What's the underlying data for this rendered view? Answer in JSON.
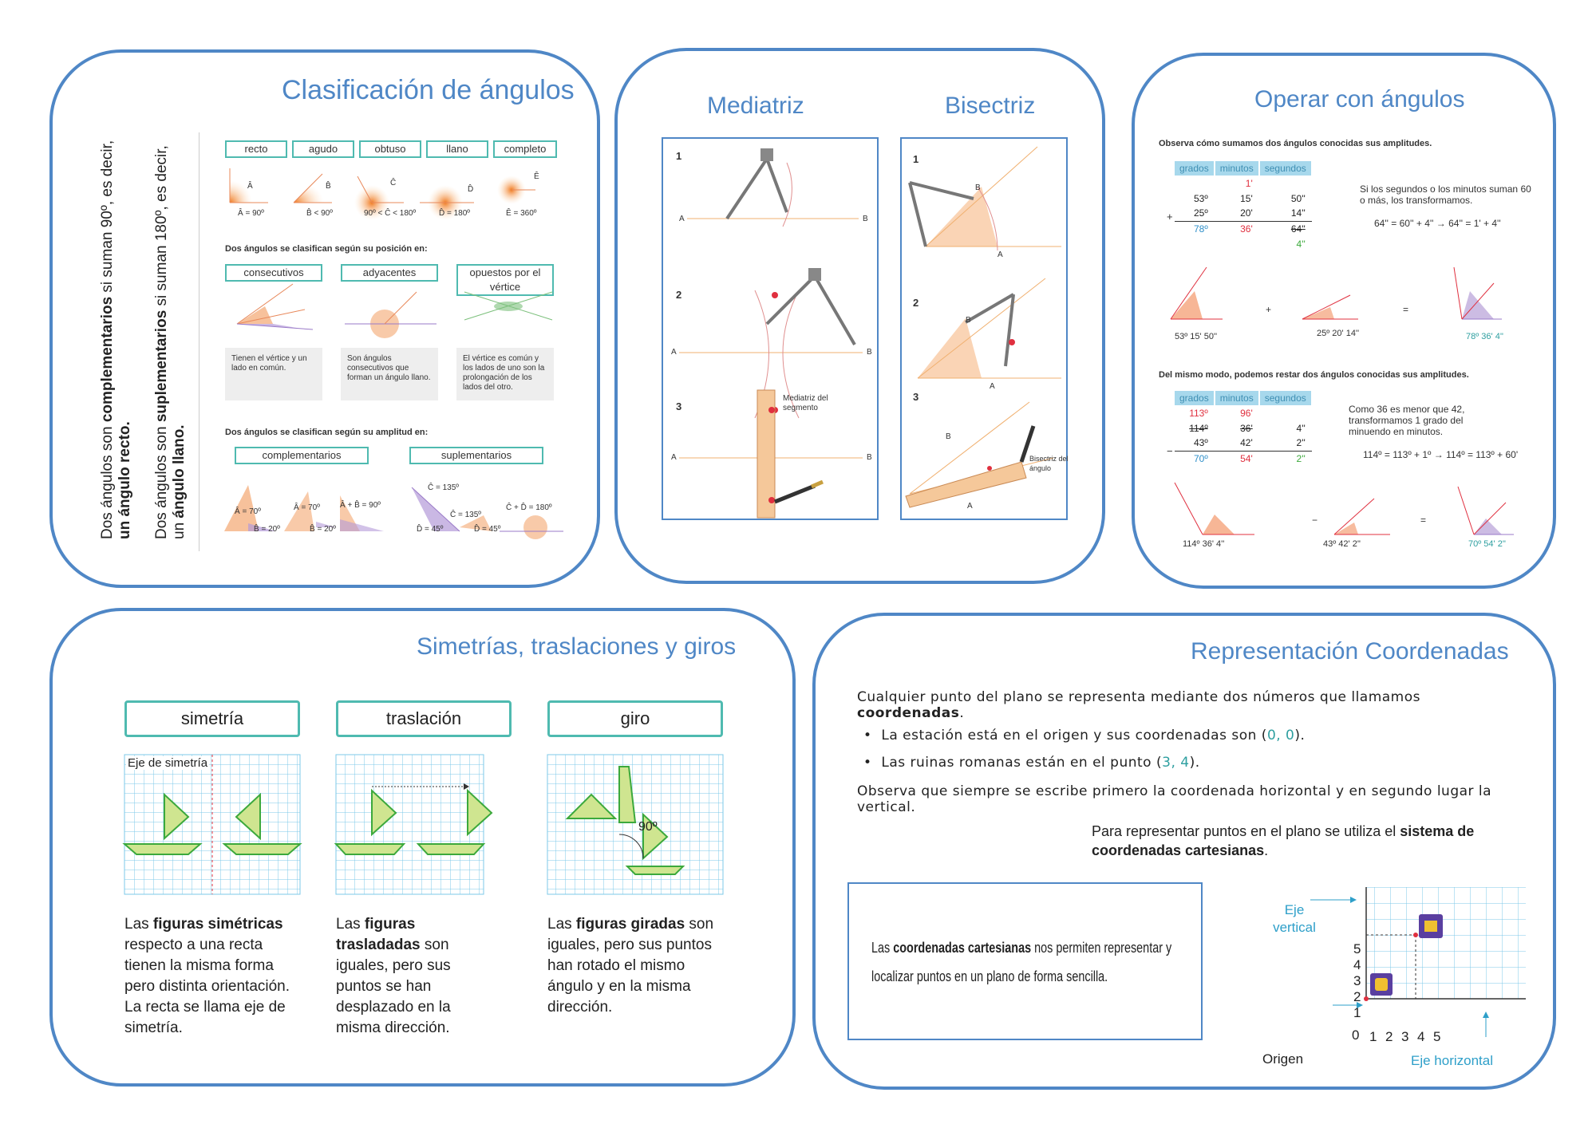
{
  "panels": {
    "clasificacion": {
      "title": "Clasificación de ángulos",
      "side_note_1_a": "Dos ángulos son ",
      "side_note_1_b": "complementarios",
      "side_note_1_c": " si suman 90º, es decir, ",
      "side_note_1_d": "un ángulo recto.",
      "side_note_2_a": "Dos ángulos son ",
      "side_note_2_b": "suplementarios",
      "side_note_2_c": " si suman 180º, es decir, un ",
      "side_note_2_d": "ángulo llano.",
      "types": [
        {
          "label": "recto",
          "caption": "Â = 90º",
          "letter": "Â"
        },
        {
          "label": "agudo",
          "caption": "B̂ < 90º",
          "letter": "B̂"
        },
        {
          "label": "obtuso",
          "caption": "90º < Ĉ < 180º",
          "letter": "Ĉ"
        },
        {
          "label": "llano",
          "caption": "D̂ = 180º",
          "letter": "D̂"
        },
        {
          "label": "completo",
          "caption": "Ê = 360º",
          "letter": "Ê"
        }
      ],
      "position_heading": "Dos ángulos se clasifican según su posición en:",
      "positions": [
        {
          "label": "consecutivos",
          "desc": "Tienen el vértice y un lado en común."
        },
        {
          "label": "adyacentes",
          "desc": "Son ángulos consecutivos que forman un ángulo llano."
        },
        {
          "label": "opuestos por el vértice",
          "desc": "El vértice es común y los lados de uno son la prolongación de los lados del otro."
        }
      ],
      "amplitude_heading": "Dos ángulos se clasifican según su amplitud en:",
      "amplitudes": [
        {
          "label": "complementarios"
        },
        {
          "label": "suplementarios"
        }
      ],
      "comp_labels": {
        "a70": "Â = 70º",
        "b20": "B̂ = 20º",
        "a70b": "Â = 70º",
        "b20b": "B̂ = 20º",
        "sum": "Â + B̂ = 90º"
      },
      "supl_labels": {
        "c135": "Ĉ = 135º",
        "d45": "D̂ = 45º",
        "c135b": "Ĉ = 135º",
        "d45b": "D̂ = 45º",
        "sum": "Ĉ + D̂ = 180º"
      }
    },
    "construcciones": {
      "title_left": "Mediatriz",
      "title_right": "Bisectriz",
      "med_steps": [
        "1",
        "2",
        "3"
      ],
      "med_pointA": "A",
      "med_pointB": "B",
      "med_label": "Mediatriz del segmento",
      "bis_steps": [
        "1",
        "2",
        "3"
      ],
      "bis_pointA": "A",
      "bis_pointB": "B",
      "bis_label": "Bisectriz del ángulo"
    },
    "operar": {
      "title": "Operar con ángulos",
      "sum_heading": "Observa cómo sumamos dos ángulos conocidas sus amplitudes.",
      "headers": [
        "grados",
        "minutos",
        "segundos"
      ],
      "sum_rows": [
        [
          "",
          "1'",
          ""
        ],
        [
          "53º",
          "15'",
          "50''"
        ],
        [
          "25º",
          "20'",
          "14''"
        ],
        [
          "78º",
          "36'",
          "64''"
        ],
        [
          "",
          "",
          "4''"
        ]
      ],
      "plus_sign": "+",
      "sum_note": "Si los segundos o los minutos suman 60 o más, los transformamos.",
      "sum_formula": "64'' = 60'' + 4'' → 64'' = 1' + 4''",
      "sum_figs": [
        "53º 15' 50''",
        "25º 20' 14''",
        "78º 36' 4''"
      ],
      "sum_ops": [
        "+",
        "="
      ],
      "sub_heading": "Del mismo modo, podemos restar dos ángulos conocidas sus amplitudes.",
      "sub_rows": [
        [
          "113º",
          "96'",
          ""
        ],
        [
          "114º",
          "36'",
          "4''"
        ],
        [
          "43º",
          "42'",
          "2''"
        ],
        [
          "70º",
          "54'",
          "2''"
        ]
      ],
      "minus_sign": "−",
      "sub_note": "Como 36 es menor que 42, transformamos 1 grado del minuendo en minutos.",
      "sub_formula": "114º = 113º + 1º → 114º = 113º + 60'",
      "sub_figs": [
        "114º 36' 4''",
        "43º 42' 2''",
        "70º 54' 2''"
      ],
      "sub_ops": [
        "−",
        "="
      ]
    },
    "simetrias": {
      "title": "Simetrías, traslaciones y giros",
      "axis_label": "Eje de simetría",
      "angle_label": "90º",
      "cards": [
        {
          "label": "simetría",
          "t1": "Las ",
          "b1": "figuras simétricas",
          "t2": " respecto a una recta tienen la misma forma pero distinta orientación. La recta se llama eje de simetría."
        },
        {
          "label": "traslación",
          "t1": "Las ",
          "b1": "figuras trasladadas",
          "t2": " son iguales, pero sus puntos se han desplazado en la misma dirección."
        },
        {
          "label": "giro",
          "t1": "Las ",
          "b1": "figuras giradas",
          "t2": " son iguales, pero sus puntos han rotado el mismo ángulo y en la misma dirección."
        }
      ]
    },
    "coordenadas": {
      "title": "Representación Coordenadas",
      "intro_a": "Cualquier punto del plano se representa mediante dos números que llamamos ",
      "intro_b": "coordenadas",
      "intro_c": ".",
      "bullet1_a": "La estación está en el origen y sus coordenadas son (",
      "bullet1_v": "0, 0",
      "bullet1_c": ").",
      "bullet2_a": "Las ruinas romanas están en el punto (",
      "bullet2_v": "3, 4",
      "bullet2_c": ").",
      "observa": "Observa que siempre se escribe primero la coordenada horizontal y en segundo lugar la vertical.",
      "sistema_a": "Para representar puntos en el plano se utiliza el ",
      "sistema_b": "sistema de coordenadas cartesianas",
      "sistema_c": ".",
      "box_a": "Las ",
      "box_b": "coordenadas cartesianas",
      "box_c": " nos permiten representar y localizar puntos en un plano de forma sencilla.",
      "eje_vertical": "Eje vertical",
      "eje_horizontal": "Eje horizontal",
      "origen": "Origen",
      "x_ticks": [
        "0",
        "1",
        "2",
        "3",
        "4",
        "5"
      ],
      "y_ticks": [
        "1",
        "2",
        "3",
        "4",
        "5"
      ]
    }
  },
  "colors": {
    "border": "#4f87c6",
    "teal": "#4fbab0",
    "orange": "#f0903a",
    "purple": "#9a7ac8"
  }
}
